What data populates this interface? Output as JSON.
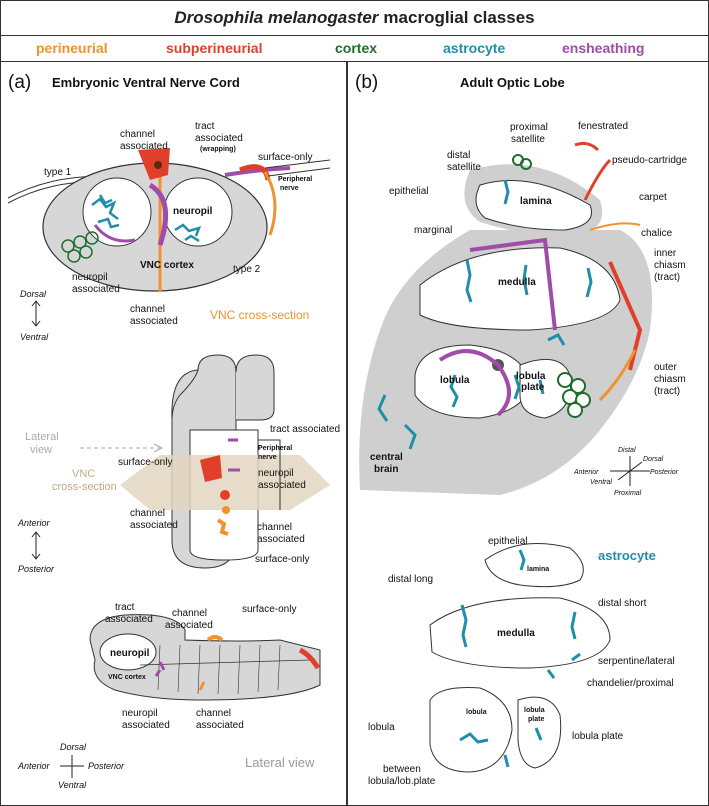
{
  "title": {
    "italic": "Drosophila melanogaster",
    "rest": "macroglial classes"
  },
  "classes": [
    {
      "label": "perineurial",
      "color": "#f0922f"
    },
    {
      "label": "subperineurial",
      "color": "#e0402a"
    },
    {
      "label": "cortex",
      "color": "#1f6d2a"
    },
    {
      "label": "astrocyte",
      "color": "#1f8ea8"
    },
    {
      "label": "ensheathing",
      "color": "#a04ca8"
    }
  ],
  "panel_a": {
    "tag": "(a)",
    "heading": "Embryonic Ventral Nerve Cord",
    "cross": {
      "channel_associated": [
        "channel",
        "associated"
      ],
      "tract_associated": [
        "tract",
        "associated"
      ],
      "wrapping": "(wrapping)",
      "surface_only": "surface-only",
      "type1": "type 1",
      "peripheral": [
        "Peripheral",
        "nerve"
      ],
      "neuropil": "neuropil",
      "vnc_cortex": "VNC cortex",
      "type2": "type 2",
      "neuropil_associated": [
        "neuropil",
        "associated"
      ],
      "channel_associated_bottom": [
        "channel",
        "associated"
      ],
      "section_label": "VNC cross-section",
      "dorsal": "Dorsal",
      "ventral": "Ventral"
    },
    "dorsal_view": {
      "surface_only": "surface-only",
      "tract_associated": "tract associated",
      "peripheral": [
        "Peripheral",
        "nerve"
      ],
      "neuropil_associated": [
        "neuropil",
        "associated"
      ],
      "lateral_view": [
        "Lateral",
        "view"
      ],
      "vnc_cross": [
        "VNC",
        "cross-section"
      ],
      "channel_associated_left": [
        "channel",
        "associated"
      ],
      "channel_associated_right": [
        "channel",
        "associated"
      ],
      "surface_only_bottom": "surface-only",
      "anterior": "Anterior",
      "posterior": "Posterior"
    },
    "lateral": {
      "tract_associated": [
        "tract",
        "associated"
      ],
      "channel_associated": [
        "channel",
        "associated"
      ],
      "surface_only": "surface-only",
      "neuropil": "neuropil",
      "vnc_cortex": "VNC cortex",
      "neuropil_associated": [
        "neuropil",
        "associated"
      ],
      "channel_associated_bottom": [
        "channel",
        "associated"
      ],
      "dorsal": "Dorsal",
      "ventral": "Ventral",
      "anterior": "Anterior",
      "posterior": "Posterior",
      "view_label": "Lateral view"
    }
  },
  "panel_b": {
    "tag": "(b)",
    "heading": "Adult Optic Lobe",
    "top": {
      "proximal_satellite": [
        "proximal",
        "satellite"
      ],
      "distal_satellite": [
        "distal",
        "satellite"
      ],
      "fenestrated": "fenestrated",
      "pseudo_cartridge": "pseudo-cartridge",
      "carpet": "carpet",
      "epithelial": "epithelial",
      "lamina": "lamina",
      "marginal": "marginal",
      "chalice": "chalice",
      "medulla": "medulla",
      "inner_chiasm": [
        "inner",
        "chiasm",
        "(tract)"
      ],
      "outer_chiasm": [
        "outer",
        "chiasm",
        "(tract)"
      ],
      "lobula": "lobula",
      "lobula_plate": [
        "lobula",
        "plate"
      ],
      "central_brain": [
        "central",
        "brain"
      ],
      "axes": {
        "distal": "Distal",
        "dorsal": "Dorsal",
        "anterior": "Anterior",
        "posterior": "Posterior",
        "ventral": "Ventral",
        "proximal": "Proximal"
      }
    },
    "bottom": {
      "epithelial": "epithelial",
      "lamina": "lamina",
      "astrocyte": "astrocyte",
      "distal_long": "distal long",
      "distal_short": "distal short",
      "medulla": "medulla",
      "serpentine": "serpentine/lateral",
      "chandelier": "chandelier/proximal",
      "lobula_label": "lobula",
      "lobula_inner": "lobula",
      "lobula_plate_inner": [
        "lobula",
        "plate"
      ],
      "lobula_plate": "lobula plate",
      "between": [
        "between",
        "lobula/lob.plate"
      ]
    }
  }
}
